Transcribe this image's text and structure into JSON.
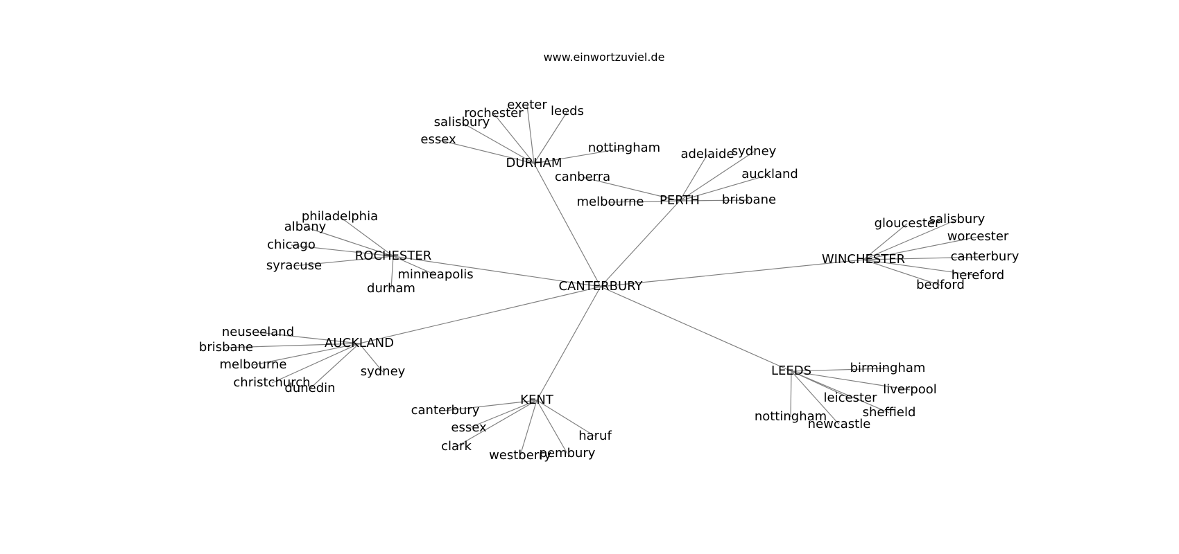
{
  "caption": "www.einwortzuviel.de",
  "center": "CANTERBURY",
  "clusters": [
    {
      "hub": "DURHAM",
      "leaves": [
        "essex",
        "salisbury",
        "rochester",
        "exeter",
        "leeds",
        "nottingham"
      ]
    },
    {
      "hub": "PERTH",
      "leaves": [
        "adelaide",
        "sydney",
        "auckland",
        "canberra",
        "melbourne",
        "brisbane"
      ]
    },
    {
      "hub": "ROCHESTER",
      "leaves": [
        "philadelphia",
        "albany",
        "chicago",
        "syracuse",
        "minneapolis",
        "durham"
      ]
    },
    {
      "hub": "WINCHESTER",
      "leaves": [
        "gloucester",
        "salisbury",
        "worcester",
        "canterbury",
        "hereford",
        "bedford"
      ]
    },
    {
      "hub": "AUCKLAND",
      "leaves": [
        "neuseeland",
        "brisbane",
        "melbourne",
        "christchurch",
        "dunedin",
        "sydney"
      ]
    },
    {
      "hub": "KENT",
      "leaves": [
        "canterbury",
        "essex",
        "clark",
        "westberry",
        "pembury",
        "haruf"
      ]
    },
    {
      "hub": "LEEDS",
      "leaves": [
        "birmingham",
        "liverpool",
        "leicester",
        "sheffield",
        "nottingham",
        "newcastle"
      ]
    }
  ]
}
